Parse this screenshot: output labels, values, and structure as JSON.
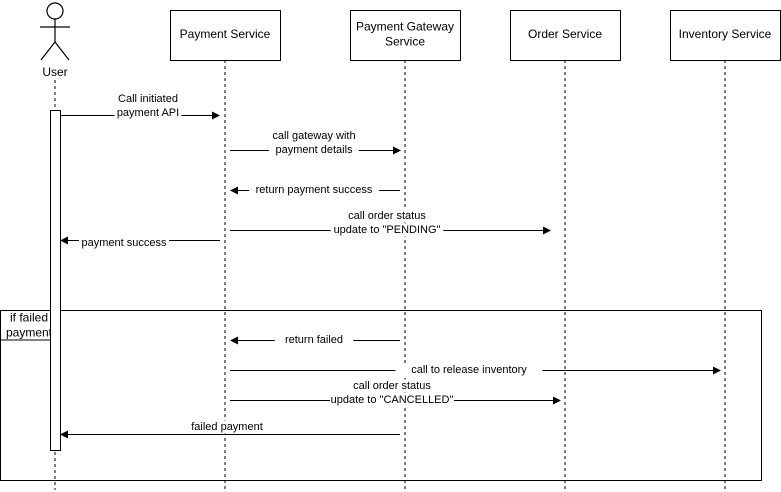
{
  "participants": [
    {
      "id": "user",
      "lines": [
        "User"
      ],
      "kind": "actor"
    },
    {
      "id": "payment",
      "lines": [
        "Payment Service"
      ],
      "kind": "box"
    },
    {
      "id": "gateway",
      "lines": [
        "Payment Gateway",
        "Service"
      ],
      "kind": "box"
    },
    {
      "id": "order",
      "lines": [
        "Order Service"
      ],
      "kind": "box"
    },
    {
      "id": "inventory",
      "lines": [
        "Inventory Service"
      ],
      "kind": "box"
    }
  ],
  "messages": [
    {
      "from": "user",
      "to": "payment",
      "lines": [
        "Call initiated",
        "payment API"
      ]
    },
    {
      "from": "payment",
      "to": "gateway",
      "lines": [
        "call gateway with",
        "payment details"
      ]
    },
    {
      "from": "gateway",
      "to": "payment",
      "lines": [
        "return payment success"
      ]
    },
    {
      "from": "payment",
      "to": "order",
      "lines": [
        "call order status",
        "update to \"PENDING\""
      ]
    },
    {
      "from": "payment",
      "to": "user",
      "lines": [
        "payment success"
      ]
    },
    {
      "from": "gateway",
      "to": "payment",
      "lines": [
        "return failed"
      ]
    },
    {
      "from": "payment",
      "to": "inventory",
      "lines": [
        "call to release inventory"
      ]
    },
    {
      "from": "payment",
      "to": "order",
      "lines": [
        "call order status",
        "update to \"CANCELLED\""
      ]
    },
    {
      "from": "gateway",
      "to": "user",
      "lines": [
        "failed payment"
      ]
    }
  ],
  "fragment": {
    "lines": [
      "if failed",
      "payment"
    ]
  }
}
